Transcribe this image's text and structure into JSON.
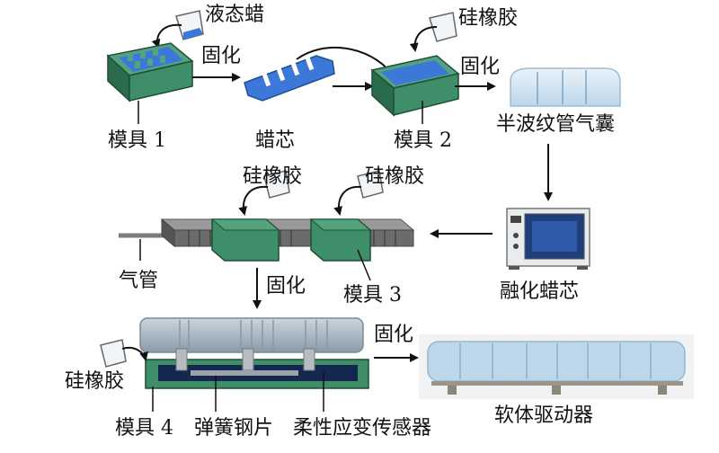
{
  "labels": {
    "liquid_wax": "液态蜡",
    "cure_1": "固化",
    "silicone_top_right": "硅橡胶",
    "cure_2": "固化",
    "mold_1": "模具 1",
    "wax_core": "蜡芯",
    "mold_2": "模具 2",
    "half_corrugated_bladder": "半波纹管气囊",
    "silicone_mid_1": "硅橡胶",
    "silicone_mid_2": "硅橡胶",
    "air_tube": "气管",
    "cure_3": "固化",
    "mold_3": "模具 3",
    "melt_wax_core": "融化蜡芯",
    "cure_4": "固化",
    "silicone_left": "硅橡胶",
    "mold_4": "模具 4",
    "spring_steel_sheet": "弹簧钢片",
    "flexible_strain_sensor": "柔性应变传感器",
    "soft_actuator": "软体驱动器"
  },
  "colors": {
    "mold_green": "#3e8e6a",
    "mold_green_dark": "#2b6b4d",
    "silicone_blue": "#3b78d8",
    "bladder_blue": "#cfe3f1",
    "tube_gray": "#7d7d7d",
    "sensor_navy": "#14284f"
  }
}
